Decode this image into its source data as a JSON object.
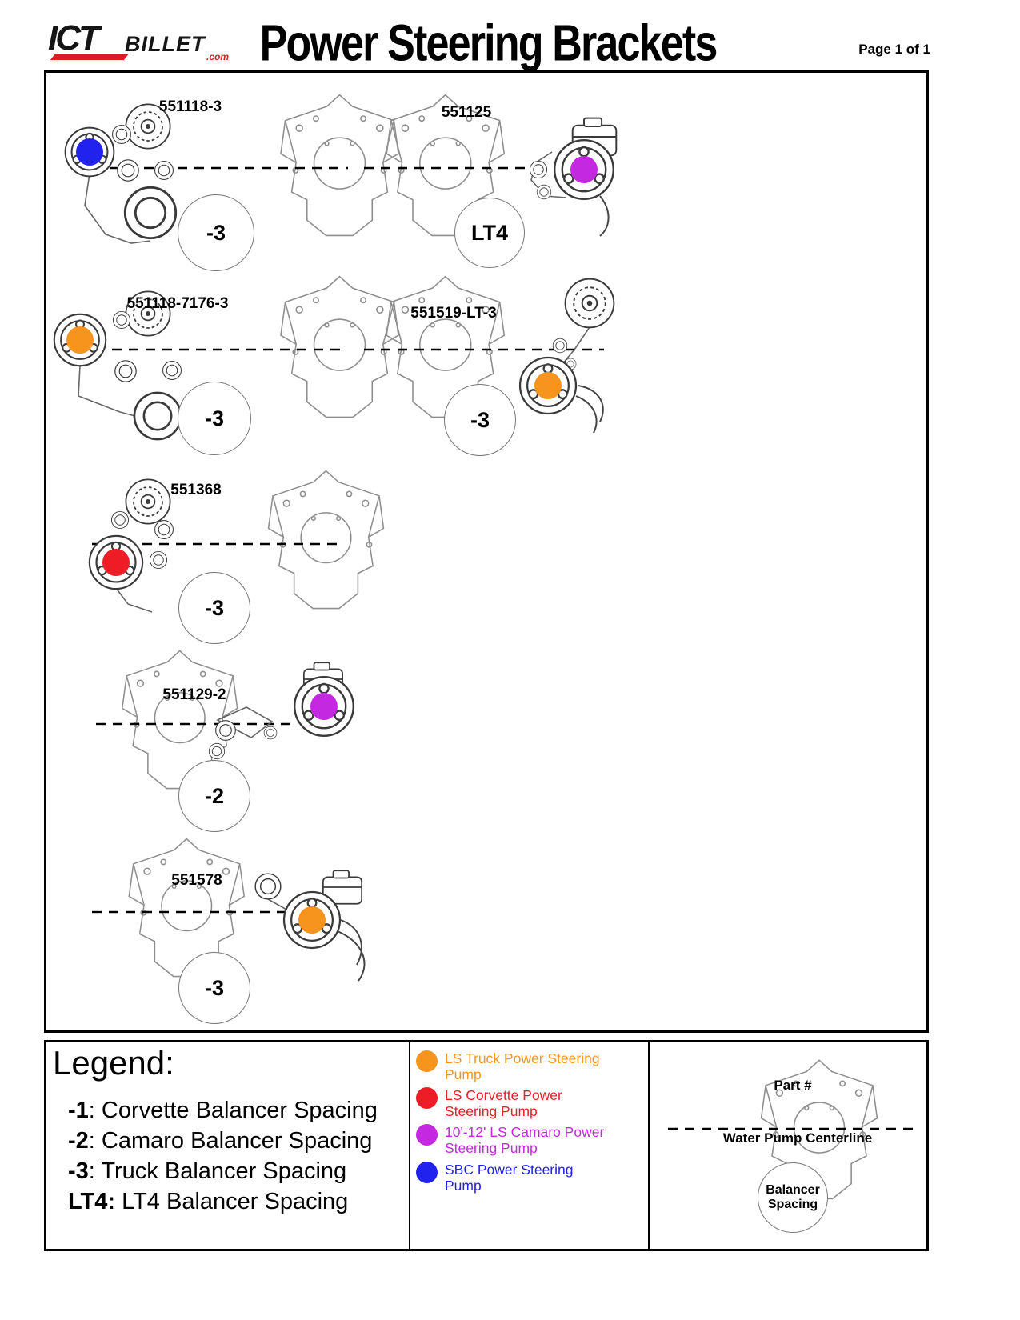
{
  "header": {
    "logo_ict": "ICT",
    "logo_billet": "BILLET",
    "logo_dotcom": ".com",
    "title": "Power Steering Brackets",
    "page": "Page 1 of 1"
  },
  "diagrams": [
    {
      "part": "551118-3",
      "spacing": "-3",
      "pump_color": "#2222ee"
    },
    {
      "part": "551125",
      "spacing": "LT4",
      "pump_color": "#c428e0"
    },
    {
      "part": "551118-7176-3",
      "spacing": "-3",
      "pump_color": "#f7941d"
    },
    {
      "part": "551519-LT-3",
      "spacing": "-3",
      "pump_color": "#f7941d"
    },
    {
      "part": "551368",
      "spacing": "-3",
      "pump_color": "#ee1c25"
    },
    {
      "part": "551129-2",
      "spacing": "-2",
      "pump_color": "#c428e0"
    },
    {
      "part": "551578",
      "spacing": "-3",
      "pump_color": "#f7941d"
    }
  ],
  "legend": {
    "heading": "Legend:",
    "spacings": [
      {
        "code": "-1",
        "label": ": Corvette Balancer Spacing"
      },
      {
        "code": "-2",
        "label": ": Camaro Balancer Spacing"
      },
      {
        "code": "-3",
        "label": ": Truck Balancer Spacing"
      },
      {
        "code": "LT4:",
        "label": " LT4 Balancer Spacing"
      }
    ],
    "pumps": [
      {
        "label": "LS Truck Power Steering\nPump",
        "color": "#f7941d"
      },
      {
        "label": "LS Corvette Power\nSteering Pump",
        "color": "#ee1c25"
      },
      {
        "label": "10'-12' LS Camaro Power\nSteering Pump",
        "color": "#c428e0"
      },
      {
        "label": "SBC Power Steering\nPump",
        "color": "#2222ee"
      }
    ],
    "engine_key": {
      "part_label": "Part #",
      "centerline_label": "Water Pump Centerline",
      "balancer_label": "Balancer\nSpacing"
    }
  }
}
